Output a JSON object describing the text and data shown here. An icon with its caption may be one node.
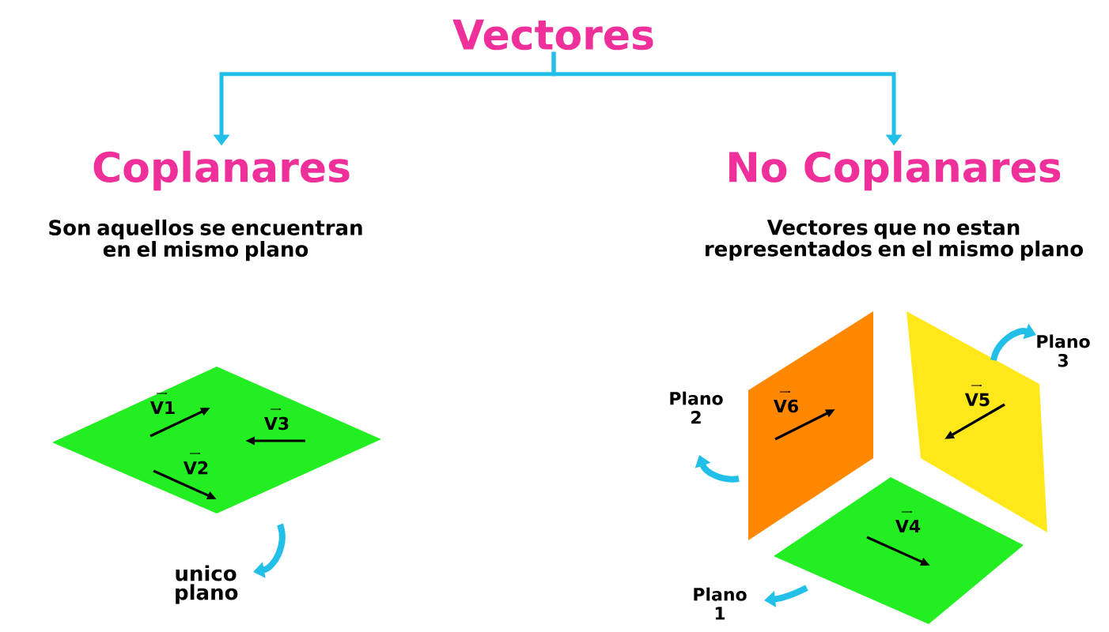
{
  "diagram": {
    "nodes": [
      {
        "text": [
          "Vectores"
        ]
      },
      {
        "text": [
          "Coplanares",
          "Son aquellos se encuentran en el mismo plano"
        ]
      },
      {
        "text": [
          "No Coplanares",
          "Vectores que no estan representados en el mismo plano"
        ]
      },
      {
        "text": [
          "V1",
          "V3",
          "V2"
        ]
      },
      {
        "text": [
          "unico plano"
        ]
      },
      {
        "text": [
          "V6"
        ]
      },
      {
        "text": [
          "V5"
        ]
      },
      {
        "text": [
          "V4"
        ]
      },
      {
        "text": [
          "Plano 2"
        ]
      },
      {
        "text": [
          "Plano 3"
        ]
      },
      {
        "text": [
          "Plano 1"
        ]
      }
    ],
    "edges": [
      {
        "from": 0,
        "to": 1,
        "arrow": "to"
      },
      {
        "from": 0,
        "to": 2,
        "arrow": "to"
      },
      {
        "from": 3,
        "to": 4,
        "arrow": "to"
      },
      {
        "from": 5,
        "to": 8,
        "arrow": "to"
      },
      {
        "from": 6,
        "to": 9,
        "arrow": "to"
      },
      {
        "from": 7,
        "to": 10,
        "arrow": "to"
      }
    ]
  }
}
